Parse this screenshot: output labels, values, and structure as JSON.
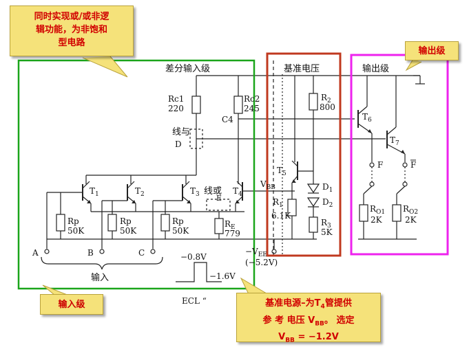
{
  "callouts": {
    "top_left": {
      "line1": "同时实现或/或非逻",
      "line2": "辑功能，为非饱和",
      "line3": "型电路"
    },
    "output_stage": "输出级",
    "input_stage": "输入级",
    "reference": {
      "line1_a": "基准电源–为T",
      "line1_sub": "4",
      "line1_b": "管提供",
      "line2_a": "参 考 电压 V",
      "line2_sub": "BB",
      "line2_b": "。 选定",
      "line3_a": "V",
      "line3_sub": "BB",
      "line3_b": " = −1.2V"
    }
  },
  "sections": {
    "diff_input": "差分输入级",
    "reference": "基准电压",
    "output": "输出级",
    "inputs": "输入"
  },
  "components": {
    "rc1_name": "Rc1",
    "rc1_val": "220",
    "rc2_name": "Rc2",
    "rc2_val": "245",
    "r2_name": "R",
    "r2_sub": "2",
    "r2_val": "800",
    "r1_name": "R",
    "r1_sub": "1",
    "r1_val": "6.1K",
    "r3_name": "R",
    "r3_sub": "3",
    "r3_val": "5K",
    "re_name": "R",
    "re_sub": "E",
    "re_val": "779",
    "rp_name": "Rp",
    "rp_val": "50K",
    "ro1_name": "R",
    "ro1_sub": "O1",
    "ro1_val": "2K",
    "ro2_name": "R",
    "ro2_sub": "O2",
    "ro2_val": "2K",
    "t1": "T",
    "t1_sub": "1",
    "t2": "T",
    "t2_sub": "2",
    "t3": "T",
    "t3_sub": "3",
    "t4": "T",
    "t4_sub": "4",
    "t5": "T",
    "t5_sub": "5",
    "t6": "T",
    "t6_sub": "6",
    "t7": "T",
    "t7_sub": "7",
    "d1": "D",
    "d1_sub": "1",
    "d2": "D",
    "d2_sub": "2"
  },
  "nodes": {
    "c4": "C4",
    "wire_and": "线与",
    "d": "D",
    "wire_or": "线或",
    "e": "E",
    "vbb": "V",
    "vbb_sub": "BB",
    "vee": "−V",
    "vee_sub": "EE",
    "vee_val": "(−5.2V)",
    "a": "A",
    "b": "B",
    "c": "C",
    "f": "F",
    "fbar": "F"
  },
  "pulse": {
    "high": "−0.8V",
    "low": "−1.6V"
  },
  "caption": "ECL “"
}
